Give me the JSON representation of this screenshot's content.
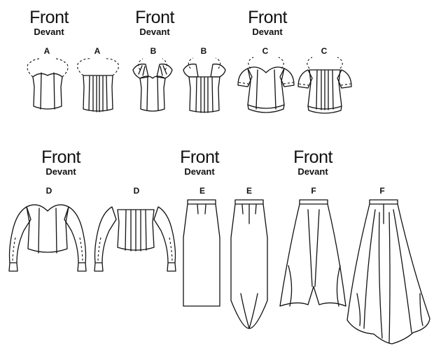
{
  "headers": [
    {
      "id": "h1",
      "title": "Front",
      "subtitle": "Devant"
    },
    {
      "id": "h2",
      "title": "Front",
      "subtitle": "Devant"
    },
    {
      "id": "h3",
      "title": "Front",
      "subtitle": "Devant"
    },
    {
      "id": "h4",
      "title": "Front",
      "subtitle": "Devant"
    },
    {
      "id": "h5",
      "title": "Front",
      "subtitle": "Devant"
    },
    {
      "id": "h6",
      "title": "Front",
      "subtitle": "Devant"
    }
  ],
  "views": [
    {
      "letter": "A"
    },
    {
      "letter": "A"
    },
    {
      "letter": "B"
    },
    {
      "letter": "B"
    },
    {
      "letter": "C"
    },
    {
      "letter": "C"
    },
    {
      "letter": "D"
    },
    {
      "letter": "D"
    },
    {
      "letter": "E"
    },
    {
      "letter": "E"
    },
    {
      "letter": "F"
    },
    {
      "letter": "F"
    }
  ]
}
